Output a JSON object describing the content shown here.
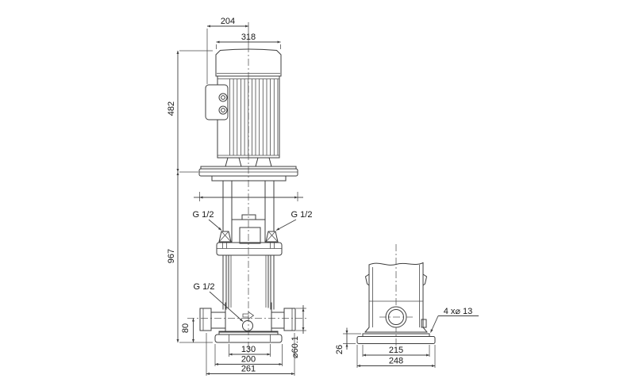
{
  "drawing": {
    "title": "pump-dimensional-drawing",
    "front_view": {
      "dim_204": "204",
      "dim_318": "318",
      "dim_482": "482",
      "dim_967": "967",
      "dim_80": "80",
      "dim_130": "130",
      "dim_200": "200",
      "dim_261": "261",
      "dim_port_diameter": "⌀60.1",
      "label_g12_top_left": "G 1/2",
      "label_g12_top_right": "G 1/2",
      "label_g12_drain": "G 1/2"
    },
    "side_view": {
      "dim_26": "26",
      "dim_215": "215",
      "dim_248": "248",
      "label_bolt_holes": "4 x⌀ 13"
    },
    "colors": {
      "line": "#3d3d3d",
      "text": "#161616",
      "background": "#ffffff"
    }
  }
}
